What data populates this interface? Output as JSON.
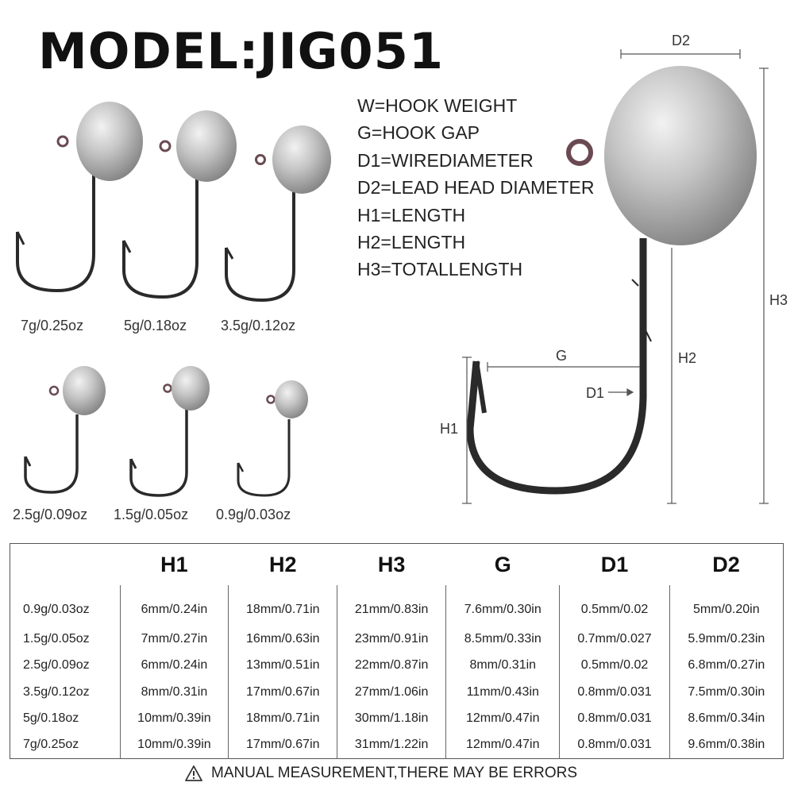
{
  "title": "MODEL:JIG051",
  "legend": [
    "W=HOOK WEIGHT",
    "G=HOOK GAP",
    "D1=WIREDIAMETER",
    "D2=LEAD HEAD DIAMETER",
    "H1=LENGTH",
    "H2=LENGTH",
    "H3=TOTALLENGTH"
  ],
  "hooks": [
    {
      "label": "7g/0.25oz"
    },
    {
      "label": "5g/0.18oz"
    },
    {
      "label": "3.5g/0.12oz"
    },
    {
      "label": "2.5g/0.09oz"
    },
    {
      "label": "1.5g/0.05oz"
    },
    {
      "label": "0.9g/0.03oz"
    }
  ],
  "diagram": {
    "d2": "D2",
    "h3": "H3",
    "h2": "H2",
    "h1": "H1",
    "g": "G",
    "d1": "D1"
  },
  "table": {
    "headers": [
      "",
      "H1",
      "H2",
      "H3",
      "G",
      "D1",
      "D2"
    ],
    "rows": [
      [
        "0.9g/0.03oz",
        "6mm/0.24in",
        "18mm/0.71in",
        "21mm/0.83in",
        "7.6mm/0.30in",
        "0.5mm/0.02",
        "5mm/0.20in"
      ],
      [
        "1.5g/0.05oz",
        "7mm/0.27in",
        "16mm/0.63in",
        "23mm/0.91in",
        "8.5mm/0.33in",
        "0.7mm/0.027",
        "5.9mm/0.23in"
      ],
      [
        "2.5g/0.09oz",
        "6mm/0.24in",
        "13mm/0.51in",
        "22mm/0.87in",
        "8mm/0.31in",
        "0.5mm/0.02",
        "6.8mm/0.27in"
      ],
      [
        "3.5g/0.12oz",
        "8mm/0.31in",
        "17mm/0.67in",
        "27mm/1.06in",
        "11mm/0.43in",
        "0.8mm/0.031",
        "7.5mm/0.30in"
      ],
      [
        "5g/0.18oz",
        "10mm/0.39in",
        "18mm/0.71in",
        "30mm/1.18in",
        "12mm/0.47in",
        "0.8mm/0.031",
        "8.6mm/0.34in"
      ],
      [
        "7g/0.25oz",
        "10mm/0.39in",
        "17mm/0.67in",
        "31mm/1.22in",
        "12mm/0.47in",
        "0.8mm/0.031",
        "9.6mm/0.38in"
      ]
    ]
  },
  "footnote": "MANUAL MEASUREMENT,THERE MAY BE ERRORS",
  "colors": {
    "lead": "#b4b4b4",
    "hook": "#2a2a2a",
    "line": "#555555"
  }
}
